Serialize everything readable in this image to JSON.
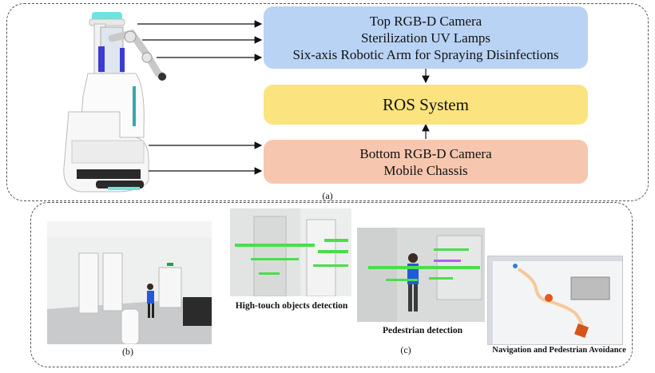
{
  "top_box": {
    "lines": [
      "Top RGB-D Camera",
      "Sterilization UV Lamps",
      "Six-axis Robotic Arm for Spraying Disinfections"
    ],
    "color": "#b9d3f5"
  },
  "ros_box": {
    "label": "ROS System",
    "color": "#fbe37f"
  },
  "bottom_box": {
    "lines": [
      "Bottom RGB-D Camera",
      "Mobile Chassis"
    ],
    "color": "#f6c7ae"
  },
  "labels": {
    "a": "(a)",
    "b": "(b)",
    "c": "(c)",
    "high_touch": "High-touch objects detection",
    "pedestrian": "Pedestrian detection",
    "navigation": "Navigation and Pedestrian Avoidance"
  },
  "colors": {
    "detection_box": "#4ade4a",
    "detection_box_alt": "#b45cf0",
    "robot_accent": "#3b3bd6"
  }
}
